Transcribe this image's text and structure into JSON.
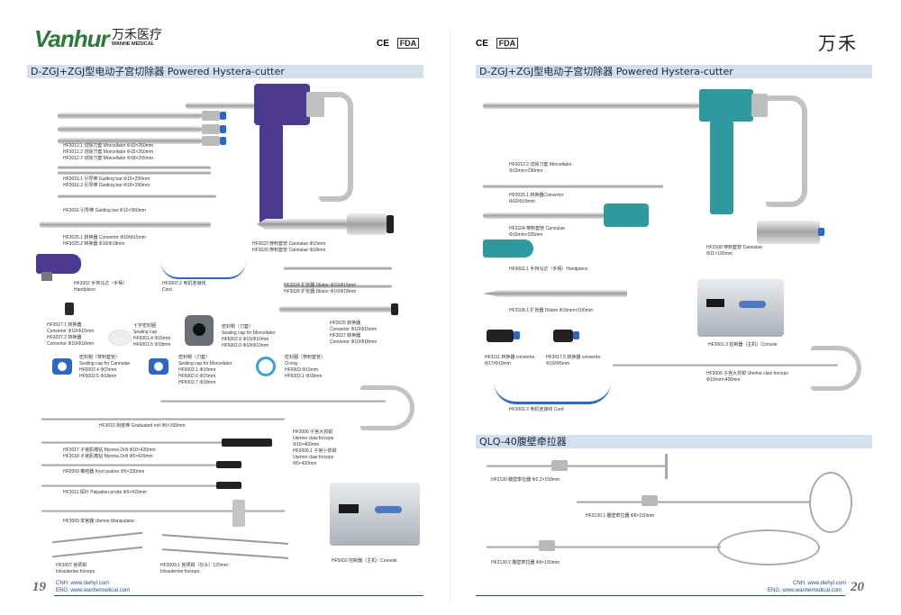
{
  "brand": {
    "logo": "Vanhur",
    "cn_name": "万禾医疗",
    "en_name": "WANHE MEDICAL",
    "right_logo": "万禾"
  },
  "certs": {
    "ce": "CE",
    "fda": "FDA"
  },
  "left_header": "D-ZGJ+ZGJ型电动子宫切除器 Powered Hystera-cutter",
  "right_header": "D-ZGJ+ZGJ型电动子宫切除器 Powered Hystera-cutter",
  "right_header2": "QLQ-40腹壁牵拉器",
  "left_captions": {
    "c1": "HF3012.1 切除刀套 Morcellator Φ10×250mm",
    "c2": "HF3012.2 切除刀套 Morcellator Φ15×250mm",
    "c3": "HF3012.7 切除刀套 Morcellator Φ18×255mm",
    "c4": "HF3016.1 引导棒 Guiding bar Φ15×290mm",
    "c5": "HF3016.2 引导棒 Guiding bar Φ18×290mm",
    "c6": "HF3016 引导棒 Guiding bar Φ10×360mm",
    "c7": "HF3025.1 转换器 Convertor Φ10/Φ15mm",
    "c8": "HF3025.2 转换器 Φ10/Φ18mm",
    "c9": "HF3023 穿刺套管 Cannulae Φ15mm",
    "c10": "HF3029 穿刺套管 Cannulae Φ18mm",
    "c11": "HF3002 手持马达（手柄）",
    "c12": "Handpiece",
    "c13": "HF3007.2 电机连接线",
    "c14": "Cord",
    "c15": "HF3024 扩张器 Dilator Φ10/Φ15mm",
    "c16": "HF3028 扩张器 Dilator Φ10/Φ18mm",
    "c17": "HF3027.1 转换器",
    "c18": "Convertor Φ10/Φ15mm",
    "c19": "HF3027.2 转换器",
    "c20": "Convertor Φ10/Φ18mm",
    "c21": "十字密封圈",
    "c22": "Sealing cap",
    "c23": "HF6001.4 Φ15mm",
    "c24": "HF6001.5 Φ18mm",
    "c25": "密封帽（刀套）",
    "c26": "Sealing cap for Morcellator",
    "c27": "HF6002.8 Φ15/Φ10mm",
    "c28": "HF6002.9 Φ18/Φ10mm",
    "c29": "HF3025 转换器",
    "c30": "Convertor Φ10/Φ15mm",
    "c31": "HF3027 转换器",
    "c32": "Convertor Φ10/Φ18mm",
    "c33": "密封帽（穿刺套管）",
    "c34": "Sealing cap for Cannulae",
    "c35": "HF6002.4 Φ15mm",
    "c36": "HF6002.5 Φ18mm",
    "c37": "密封帽（刀套）",
    "c38": "Sealing cap for Morcellator",
    "c39": "HF6002.1 Φ10mm",
    "c40": "HF6002.6 Φ15mm",
    "c41": "HF6002.7 Φ18mm",
    "c42": "密封圈（穿刺套管）",
    "c43": "O-ring",
    "c44": "HF6003 Φ15mm",
    "c45": "HF6003.1 Φ18mm",
    "c46": "HF3010 刻度棒 Graduated rod Φ5×330mm",
    "c47": "HF3006 子宫大抓钳",
    "c48": "Uterine claw forceps",
    "c49": "Φ10×400mm",
    "c50": "HF3006.1 子宫小抓钳",
    "c51": "Uterine claw forceps",
    "c52": "Φ5×420mm",
    "c53": "HF3017 子宫肌瘤钻 Myoma Drill Φ10×420mm",
    "c54": "HF3018 子宫肌瘤钻 Myoma Drill Φ5×420mm",
    "c55": "HF2009 推结器 Knot pusher Φ5×330mm",
    "c56": "HF3011 探针 Palpation probe Φ5×420mm",
    "c57": "HF3009 举宫器 Uterine Manipulator",
    "c58": "HF3007 宫颈钳",
    "c59": "Intrauterine forceps",
    "c60": "HF3009.1 宫颈钳（长头）120mm",
    "c61": "Intrauterine forceps",
    "c62": "HF5002 控制器（主机）Console"
  },
  "right_captions": {
    "r1": "HF3012.2 切除刀套 Morcellator",
    "r2": "Φ15mm×290mm",
    "r3": "HF3025.1 转换器Convertor",
    "r4": "Φ10/Φ15mm",
    "r5": "HF3104 穿刺套管 Cannulae",
    "r6": "Φ15mm×205mm",
    "r7": "HF3002.1 手持马达（手柄）Handpiece",
    "r8": "HF3108 穿刺套管 Cannulae",
    "r9": "Φ11×100mm",
    "r10": "HF3108.1 扩张器 Dilator Φ15mm×100mm",
    "r11": "HF3001.3 控制器（主机）Console",
    "r12": "HF3111 转换器 convertor",
    "r13": "Φ17/Φ10mm",
    "r14": "HF3017.5 转换器 convertor",
    "r15": "Φ10/Φ5mm",
    "r16": "HF3006 子宫大抓钳 Uterine claw forceps",
    "r17": "Φ10mm×400mm",
    "r18": "HF3002.3 电机连接线 Cord",
    "r19": "HF2130 腹壁牵拉器 Φ2.2×150mm",
    "r20": "HF2130.1 腹壁牵拉器 Φ8×150mm",
    "r21": "HF2130.2 腹壁牵拉器 Φ8×150mm"
  },
  "footer": {
    "left_cnh": "CNH: www.dwhyl.com",
    "left_eng": "ENG: www.wanhemedical.com",
    "left_page": "19",
    "right_cnh": "CNH: www.dwhyl.com",
    "right_eng": "ENG: www.wanhemedical.com",
    "right_page": "20"
  },
  "colors": {
    "accent_blue": "#2b67c6",
    "purple": "#4b3a8f",
    "teal": "#2e9aa0",
    "logo_green": "#2a7a3a",
    "header_bar": "#d5e0ef"
  }
}
